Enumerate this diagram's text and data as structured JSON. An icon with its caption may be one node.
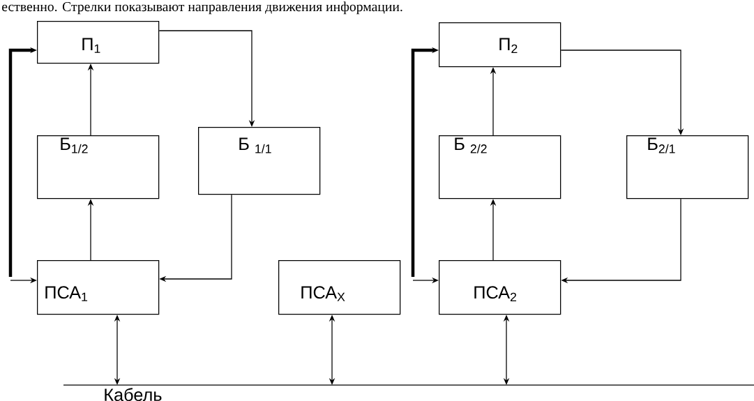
{
  "diagram": {
    "nodes": [
      {
        "text": [
          "П$_{1}$"
        ]
      },
      {
        "text": [
          "Б$_{1/2}$"
        ]
      },
      {
        "text": [
          "Б $_{1/1}$"
        ]
      },
      {
        "text": [
          "ПСА$_{1}$"
        ]
      },
      {
        "text": [
          "ПСА$_{X}$"
        ]
      },
      {
        "text": [
          "П$_{2}$"
        ]
      },
      {
        "text": [
          "Б $_{2/2}$"
        ]
      },
      {
        "text": [
          "Б$_{2/1}$"
        ]
      },
      {
        "text": [
          "ПСА$_{2}$"
        ]
      },
      {
        "text": [
          "Кабель"
        ]
      }
    ],
    "edges": [
      {
        "from": 1,
        "to": 0,
        "arrow": "to"
      },
      {
        "from": 3,
        "to": 1,
        "arrow": "to"
      },
      {
        "from": 0,
        "to": 2,
        "arrow": "to"
      },
      {
        "from": 2,
        "to": 3,
        "arrow": "to"
      },
      {
        "from": null,
        "to": 0,
        "arrow": "to",
        "style": "thick"
      },
      {
        "from": null,
        "to": 3,
        "arrow": "to"
      },
      {
        "from": 6,
        "to": 5,
        "arrow": "to"
      },
      {
        "from": 8,
        "to": 6,
        "arrow": "to"
      },
      {
        "from": 5,
        "to": 7,
        "arrow": "to"
      },
      {
        "from": 7,
        "to": 8,
        "arrow": "to"
      },
      {
        "from": null,
        "to": 5,
        "arrow": "to",
        "style": "thick"
      },
      {
        "from": null,
        "to": 8,
        "arrow": "to"
      },
      {
        "from": 3,
        "to": 9,
        "arrow": "both"
      },
      {
        "from": 4,
        "to": 9,
        "arrow": "both"
      },
      {
        "from": 8,
        "to": 9,
        "arrow": "both"
      }
    ],
    "labels": [
      "ественно. Стрелки показывают направления движения информации."
    ]
  }
}
